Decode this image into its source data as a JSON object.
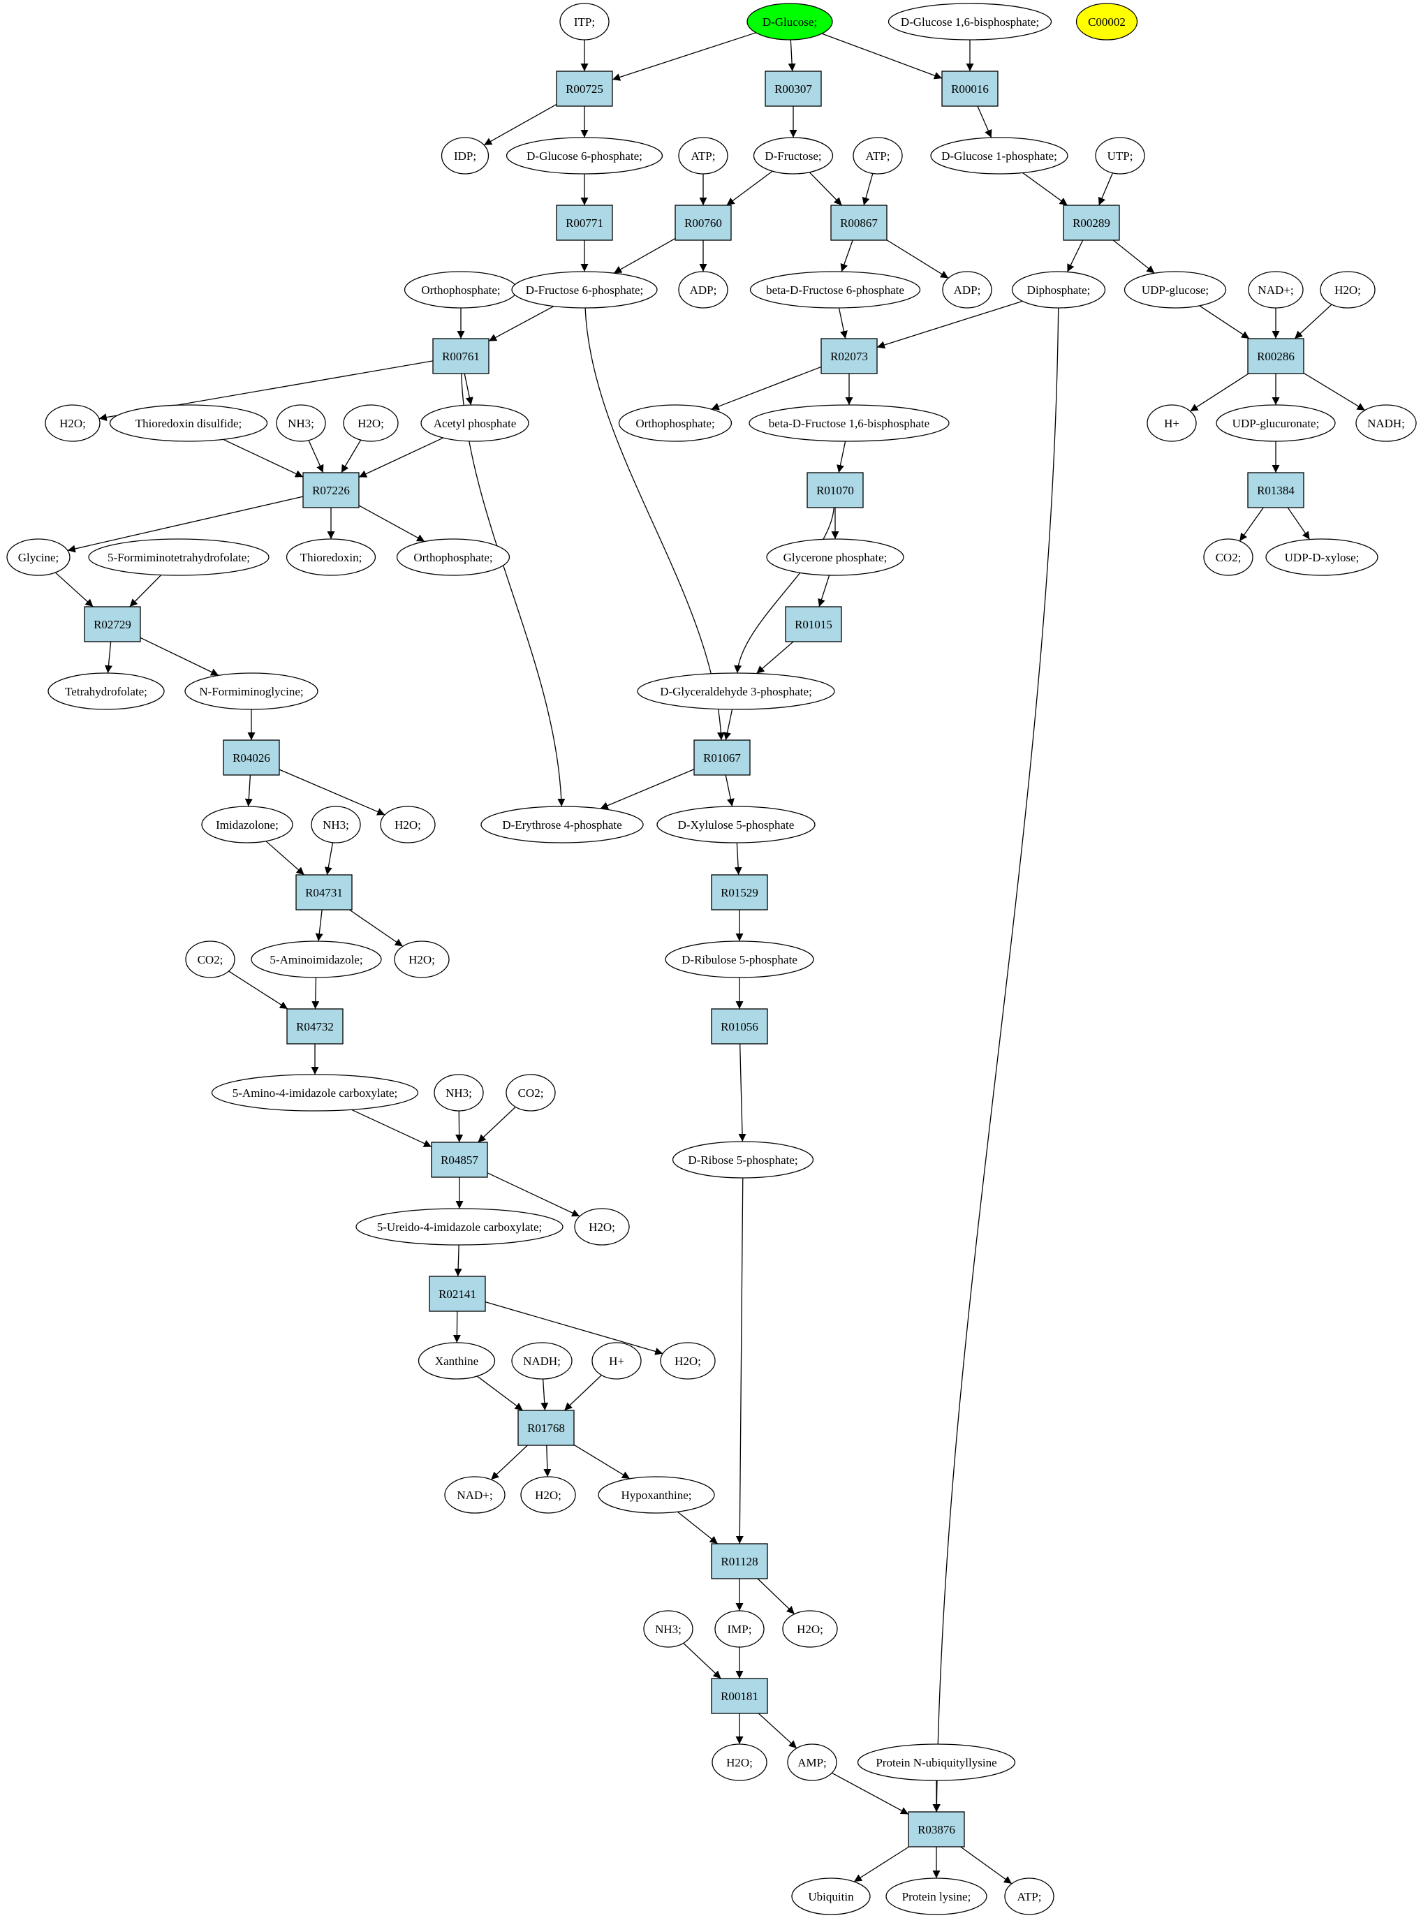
{
  "colors": {
    "reaction_fill": "#add8e6",
    "compound_fill": "#ffffff",
    "start_fill": "#00ff00",
    "highlight_fill": "#ffff00",
    "edge": "#000000"
  },
  "nodes": {
    "itp": "ITP;",
    "glc": "D-Glucose;",
    "g16bp": "D-Glucose 1,6-bisphosphate;",
    "c00002": "C00002",
    "r00725": "R00725",
    "r00307": "R00307",
    "r00016": "R00016",
    "idp": "IDP;",
    "g6p": "D-Glucose 6-phosphate;",
    "atp1": "ATP;",
    "fru": "D-Fructose;",
    "atp2": "ATP;",
    "g1p": "D-Glucose 1-phosphate;",
    "utp": "UTP;",
    "r00771": "R00771",
    "r00760": "R00760",
    "r00867": "R00867",
    "r00289": "R00289",
    "orthop1": "Orthophosphate;",
    "f6p": "D-Fructose 6-phosphate;",
    "adp1": "ADP;",
    "bf6p": "beta-D-Fructose 6-phosphate",
    "adp2": "ADP;",
    "diphosphate": "Diphosphate;",
    "udpglc": "UDP-glucose;",
    "nad1": "NAD+;",
    "h2o_top": "H2O;",
    "r00761": "R00761",
    "r02073": "R02073",
    "r00286": "R00286",
    "h2o1": "H2O;",
    "trxss": "Thioredoxin disulfide;",
    "nh3_1": "NH3;",
    "h2o2": "H2O;",
    "acp": "Acetyl phosphate",
    "orthop2": "Orthophosphate;",
    "bf16bp": "beta-D-Fructose 1,6-bisphosphate",
    "hplus1": "H+",
    "udpglcur": "UDP-glucuronate;",
    "nadh1": "NADH;",
    "r07226": "R07226",
    "r01070": "R01070",
    "r01384": "R01384",
    "glycine": "Glycine;",
    "fiththf": "5-Formiminotetrahydrofolate;",
    "trx": "Thioredoxin;",
    "orthop3": "Orthophosphate;",
    "dhap": "Glycerone phosphate;",
    "co2_1": "CO2;",
    "udpxyl": "UDP-D-xylose;",
    "r02729": "R02729",
    "r01015": "R01015",
    "thf": "Tetrahydrofolate;",
    "nfg": "N-Formiminoglycine;",
    "gap": "D-Glyceraldehyde 3-phosphate;",
    "r04026": "R04026",
    "r01067": "R01067",
    "imidazolone": "Imidazolone;",
    "nh3_2": "NH3;",
    "h2o3": "H2O;",
    "e4p": "D-Erythrose 4-phosphate",
    "xu5p": "D-Xylulose 5-phosphate",
    "r04731": "R04731",
    "r01529": "R01529",
    "co2_2": "CO2;",
    "aminoimid": "5-Aminoimidazole;",
    "h2o4": "H2O;",
    "ru5p": "D-Ribulose 5-phosphate",
    "r04732": "R04732",
    "r01056": "R01056",
    "aicarb": "5-Amino-4-imidazole carboxylate;",
    "nh3_3": "NH3;",
    "co2_3": "CO2;",
    "r5p": "D-Ribose 5-phosphate;",
    "r04857": "R04857",
    "uicarb": "5-Ureido-4-imidazole carboxylate;",
    "h2o5": "H2O;",
    "r02141": "R02141",
    "xanthine": "Xanthine",
    "nadh2": "NADH;",
    "hplus2": "H+",
    "h2o6": "H2O;",
    "r01768": "R01768",
    "nad2": "NAD+;",
    "h2o7": "H2O;",
    "hypox": "Hypoxanthine;",
    "r01128": "R01128",
    "nh3_4": "NH3;",
    "imp": "IMP;",
    "h2o8": "H2O;",
    "r00181": "R00181",
    "h2o9": "H2O;",
    "amp": "AMP;",
    "protubi": "Protein N-ubiquityllysine",
    "r03876": "R03876",
    "ubiquitin": "Ubiquitin",
    "protlys": "Protein lysine;",
    "atp3": "ATP;"
  }
}
